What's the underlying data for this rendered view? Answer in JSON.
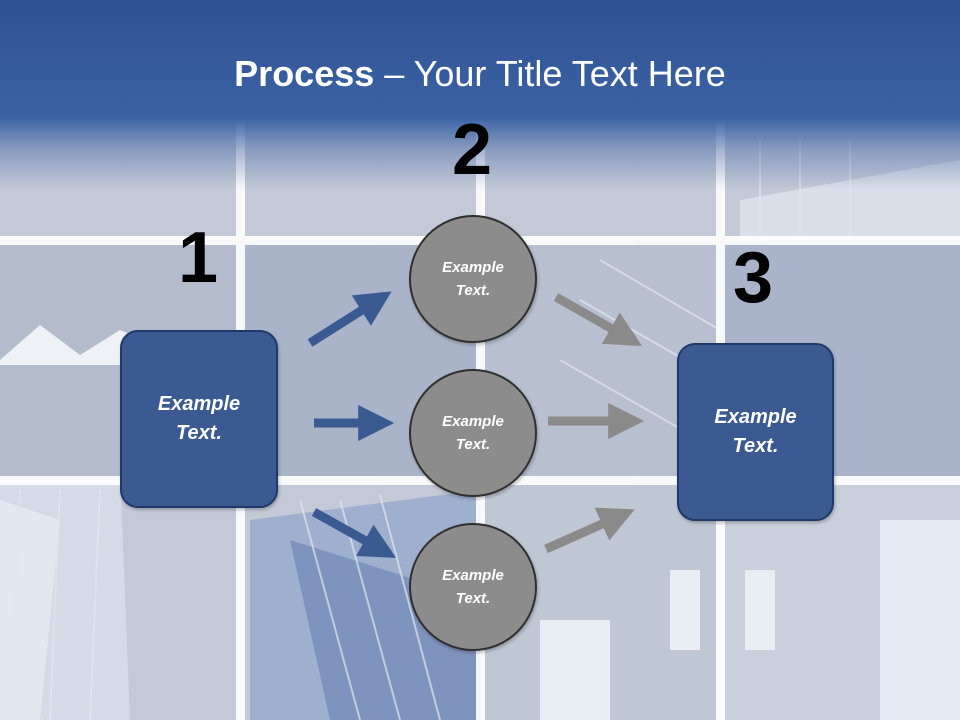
{
  "slide": {
    "title_bold": "Process",
    "title_rest": " – Your Title Text Here"
  },
  "steps": {
    "one": "1",
    "two": "2",
    "three": "3"
  },
  "boxes": {
    "left": "Example\nText.",
    "right": "Example\nText."
  },
  "circles": {
    "top": "Example\nText.",
    "middle": "Example\nText.",
    "bottom": "Example\nText."
  },
  "colors": {
    "title_band": "#3c63a6",
    "box_fill": "#3b5a92",
    "circle_fill": "#8c8c8c",
    "blue_arrow": "#3b5a92",
    "gray_arrow": "#8a8a8a"
  }
}
